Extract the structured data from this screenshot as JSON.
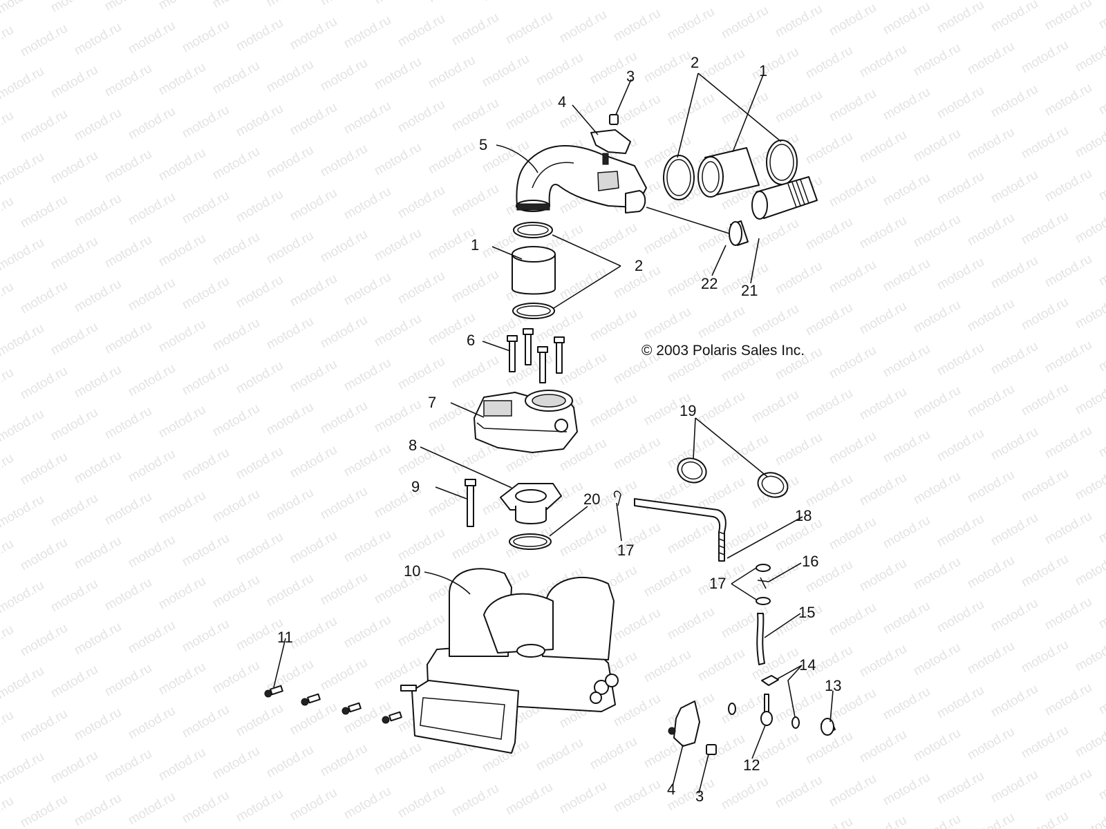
{
  "watermark": "motod.ru",
  "copyright": "© 2003 Polaris Sales Inc.",
  "callouts": [
    "1",
    "1",
    "2",
    "2",
    "3",
    "3",
    "4",
    "4",
    "5",
    "6",
    "7",
    "8",
    "9",
    "10",
    "11",
    "12",
    "13",
    "14",
    "15",
    "16",
    "17",
    "17",
    "18",
    "19",
    "20",
    "21",
    "22"
  ]
}
